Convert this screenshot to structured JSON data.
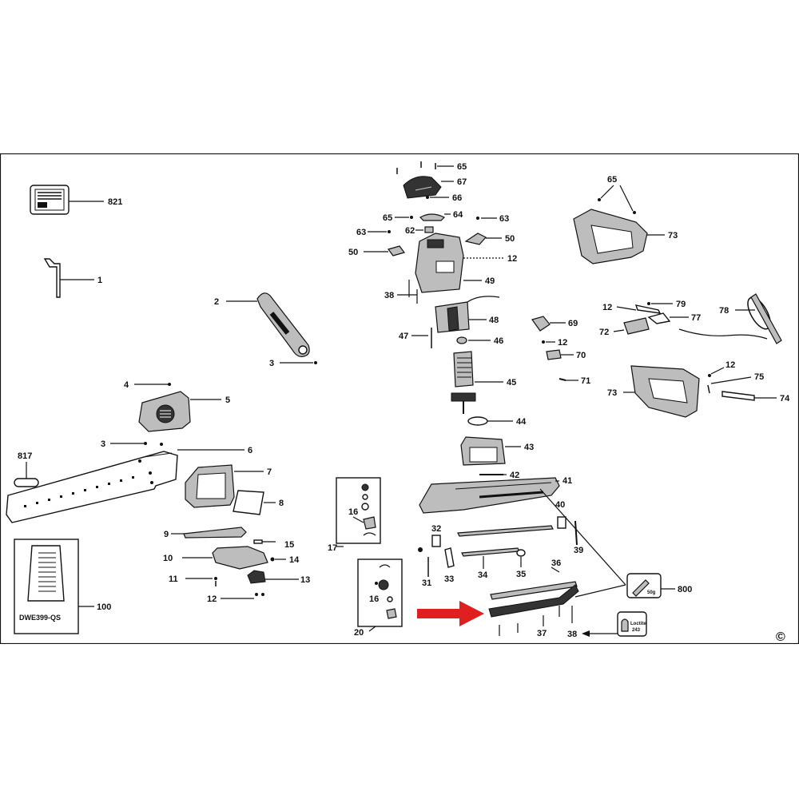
{
  "diagram": {
    "model_label": "DWE399-QS",
    "copyright_symbol": "©",
    "kit_weight": "50g",
    "loctite_label": "Loctite",
    "loctite_code": "243",
    "highlight_arrow_color": "#e02020",
    "border_color": "#111111",
    "callouts": {
      "c821": "821",
      "c1": "1",
      "c2": "2",
      "c3a": "3",
      "c3b": "3",
      "c4": "4",
      "c5": "5",
      "c6": "6",
      "c7": "7",
      "c8": "8",
      "c817": "817",
      "c9": "9",
      "c10": "10",
      "c11": "11",
      "c12a": "12",
      "c13": "13",
      "c14": "14",
      "c15": "15",
      "c100": "100",
      "c16a": "16",
      "c16b": "16",
      "c17": "17",
      "c20": "20",
      "c65a": "65",
      "c67": "67",
      "c66": "66",
      "c65b": "65",
      "c64": "64",
      "c63a": "63",
      "c62": "62",
      "c63b": "63",
      "c50a": "50",
      "c50b": "50",
      "c12b": "12",
      "c49": "49",
      "c38a": "38",
      "c48": "48",
      "c47": "47",
      "c46": "46",
      "c45": "45",
      "c44": "44",
      "c43": "43",
      "c42": "42",
      "c41": "41",
      "c40": "40",
      "c39": "39",
      "c32": "32",
      "c31": "31",
      "c33": "33",
      "c34": "34",
      "c35": "35",
      "c36": "36",
      "c37": "37",
      "c38b": "38",
      "c800": "800",
      "c65c": "65",
      "c73a": "73",
      "c12c": "12",
      "c79": "79",
      "c77": "77",
      "c78": "78",
      "c72": "72",
      "c69": "69",
      "c12d": "12",
      "c70": "70",
      "c71": "71",
      "c73b": "73",
      "c12e": "12",
      "c75": "75",
      "c74": "74"
    }
  }
}
